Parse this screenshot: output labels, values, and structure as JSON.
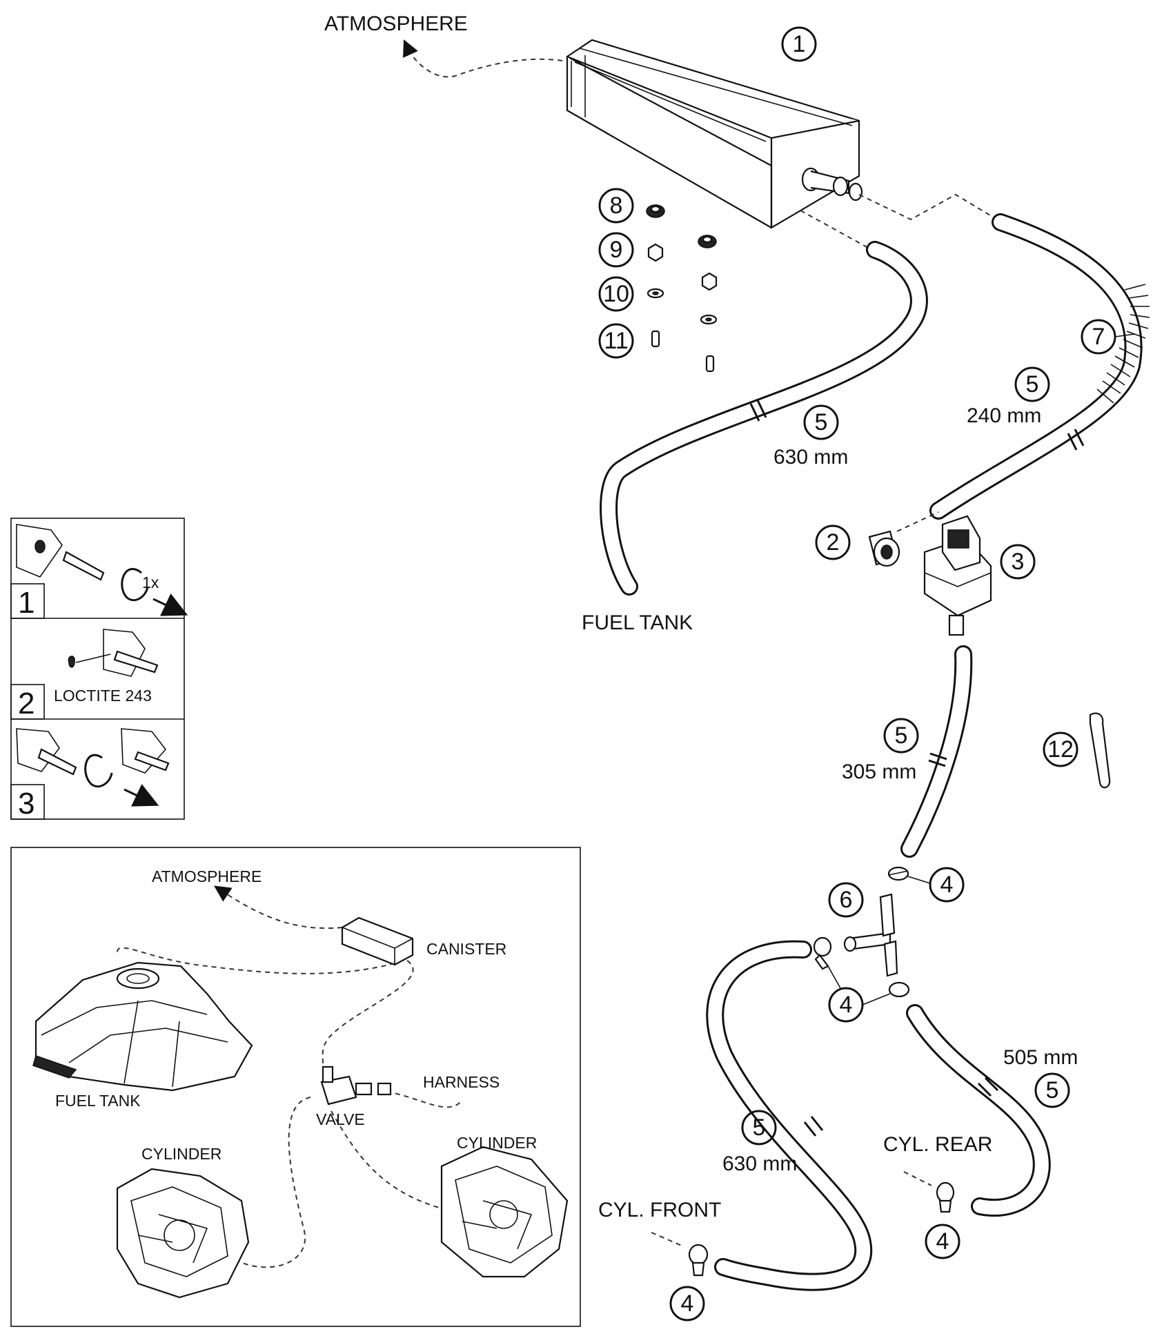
{
  "labels": {
    "atmosphere": "ATMOSPHERE",
    "fuel_tank": "FUEL TANK",
    "cyl_front": "CYL. FRONT",
    "cyl_rear": "CYL. REAR"
  },
  "callouts": {
    "c1": "1",
    "c2": "2",
    "c3": "3",
    "c4": "4",
    "c5": "5",
    "c6": "6",
    "c7": "7",
    "c8": "8",
    "c9": "9",
    "c10": "10",
    "c11": "11",
    "c12": "12"
  },
  "hose_lengths": {
    "upper_left": "630 mm",
    "upper_right": "240 mm",
    "middle": "305 mm",
    "lower_left": "630 mm",
    "lower_right": "505 mm"
  },
  "steps": [
    {
      "number": "1",
      "note": "1x"
    },
    {
      "number": "2",
      "note": "LOCTITE 243"
    },
    {
      "number": "3",
      "note": ""
    }
  ],
  "schematic": {
    "atmosphere": "ATMOSPHERE",
    "canister": "CANISTER",
    "fuel_tank": "FUEL TANK",
    "harness": "HARNESS",
    "valve": "VALVE",
    "cylinder_left": "CYLINDER",
    "cylinder_right": "CYLINDER"
  }
}
